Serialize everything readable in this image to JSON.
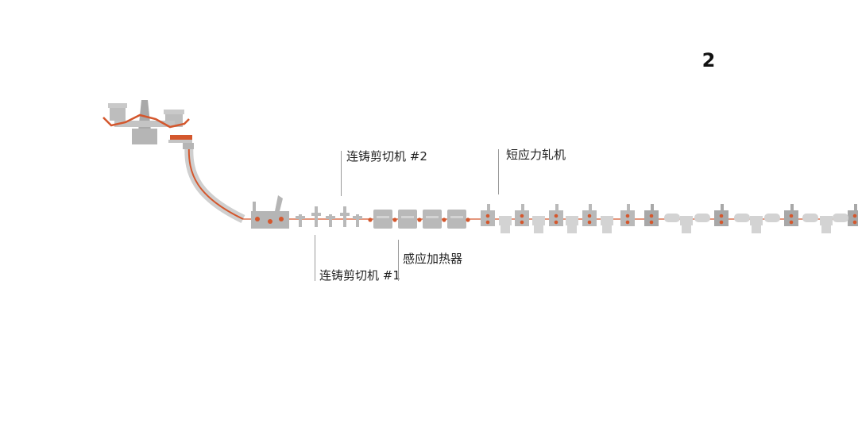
{
  "step_number": "2",
  "labels": {
    "caster_shear_1": "连铸剪切机 #1",
    "caster_shear_2": "连铸剪切机 #2",
    "induction_heater": "感应加热器",
    "short_stress_mill": "短应力轧机"
  },
  "colors": {
    "equipment": "#b9b9b9",
    "equipment_dark": "#a8a8a8",
    "equipment_light": "#d3d3d3",
    "strip": "#d4572d",
    "leader_line": "#9a9a9a",
    "text": "#222222"
  }
}
